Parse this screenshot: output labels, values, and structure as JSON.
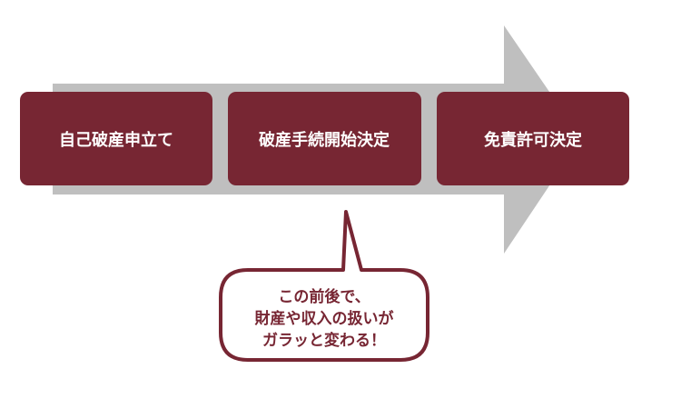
{
  "steps": [
    {
      "label": "自己破産申立て"
    },
    {
      "label": "破産手続開始決定"
    },
    {
      "label": "免責許可決定"
    }
  ],
  "callout": {
    "lines": [
      "この前後で、",
      "財産や収入の扱いが",
      "ガラッと変わる！"
    ]
  },
  "colors": {
    "step_fill": "#772633",
    "step_text": "#ffffff",
    "arrow_fill": "#bfbfbf",
    "callout_border": "#772633",
    "callout_fill": "#ffffff",
    "callout_text": "#772633"
  }
}
